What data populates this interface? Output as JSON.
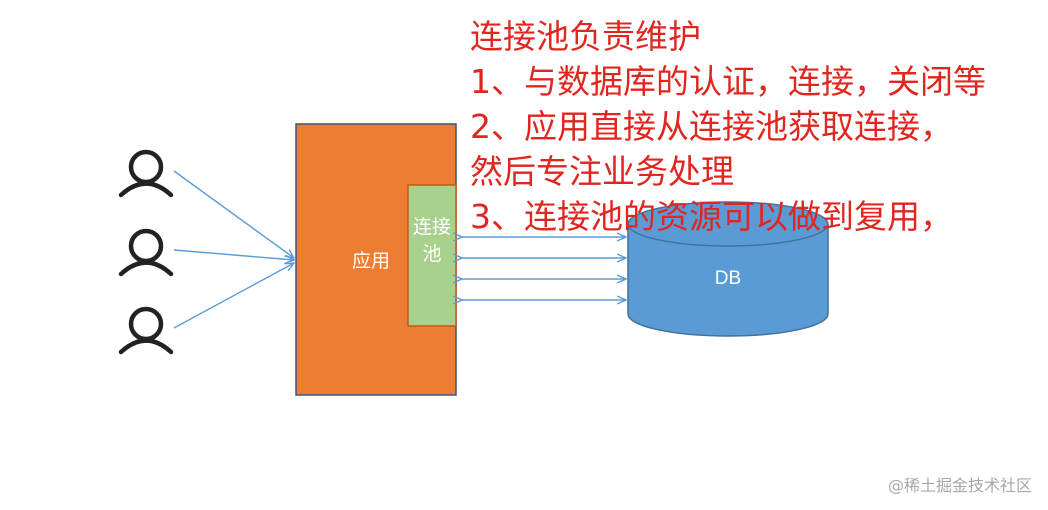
{
  "notes": {
    "line1": "连接池负责维护",
    "line2": "1、与数据库的认证，连接，关闭等",
    "line3": "2、应用直接从连接池获取连接，",
    "line4": "然后专注业务处理",
    "line5": "3、连接池的资源可以做到复用，"
  },
  "app": {
    "label": "应用",
    "color": "#ed7d31"
  },
  "pool": {
    "label": "连接池",
    "color": "#a9d18e"
  },
  "db": {
    "label": "DB",
    "color": "#5b9bd5"
  },
  "users": {
    "count": 3,
    "icon": "user-icon"
  },
  "arrow_color": "#5b9bd5",
  "note_color": "#e0261f",
  "watermark": "@稀土掘金技术社区"
}
